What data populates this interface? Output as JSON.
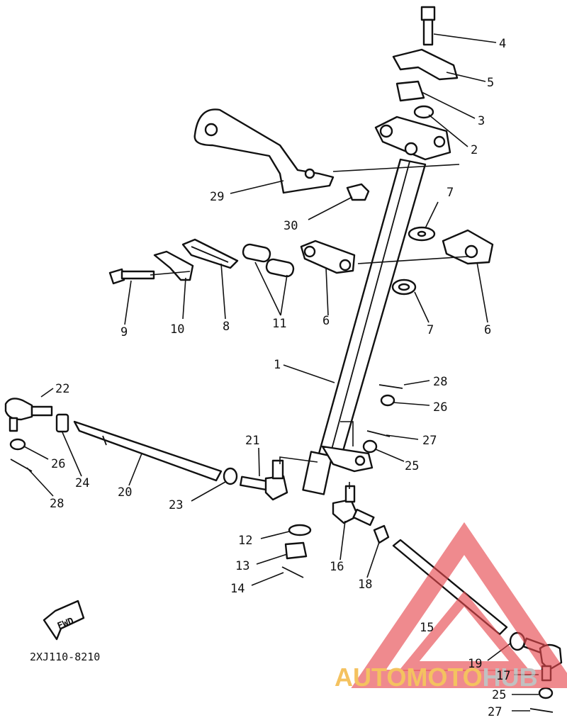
{
  "diagram_code": "2XJ110-8210",
  "fwd_label": "FWD",
  "callouts": {
    "c1": "1",
    "c2": "2",
    "c3": "3",
    "c4": "4",
    "c5": "5",
    "c6a": "6",
    "c6b": "6",
    "c7a": "7",
    "c7b": "7",
    "c8": "8",
    "c9": "9",
    "c10": "10",
    "c11": "11",
    "c12": "12",
    "c13": "13",
    "c14": "14",
    "c15": "15",
    "c16": "16",
    "c17": "17",
    "c18": "18",
    "c19": "19",
    "c20": "20",
    "c21": "21",
    "c22": "22",
    "c23": "23",
    "c24": "24",
    "c25a": "25",
    "c25b": "25",
    "c26a": "26",
    "c26b": "26",
    "c27a": "27",
    "c27b": "27",
    "c28a": "28",
    "c28b": "28",
    "c29": "29",
    "c30": "30"
  },
  "watermark": {
    "brand_part1": "AUTOMOTO",
    "brand_part2": "HUB",
    "color_part1": "#f3b845",
    "color_part2": "#b7b7b7",
    "triangle_color": "#e5484d"
  }
}
